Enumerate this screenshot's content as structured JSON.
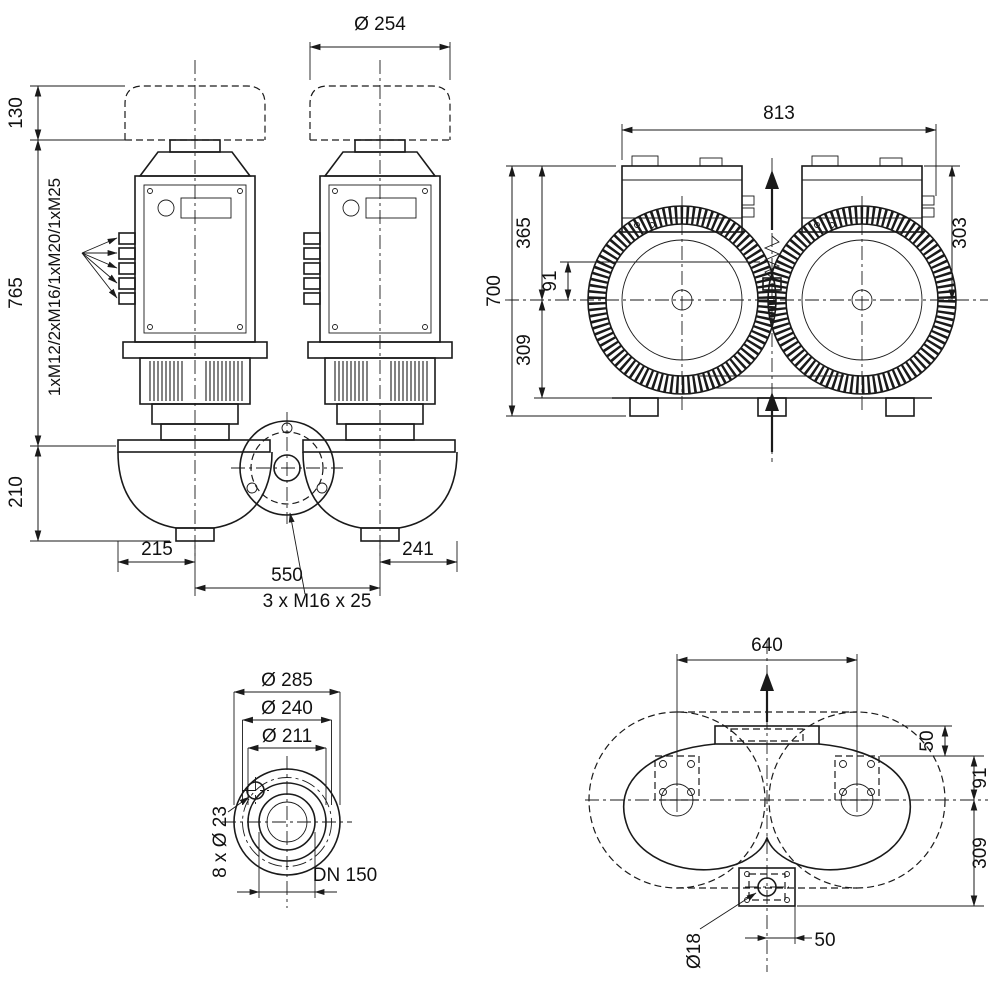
{
  "drawing": {
    "front_view": {
      "dia_motor": "Ø 254",
      "h_phantom": "130",
      "h_motor": "765",
      "h_casing": "210",
      "cable_glands": "1xM12/2xM16/1xM20/1xM25",
      "w_left": "215",
      "w_ports": "550",
      "w_right": "241",
      "flange_bolts": "3 x M16 x 25"
    },
    "side_view": {
      "w_total": "813",
      "h_axis_top": "365",
      "h_91": "91",
      "h_total": "700",
      "h_axis_base": "309",
      "h_box": "303"
    },
    "flange_view": {
      "dia_outer": "Ø 285",
      "dia_bolt_circle": "Ø 240",
      "dia_face": "Ø 211",
      "bolt_holes": "8 x Ø 23",
      "nominal": "DN 150"
    },
    "top_view": {
      "w_axes": "640",
      "d_50_top": "50",
      "d_91": "91",
      "d_309": "309",
      "dia_hole": "Ø18",
      "d_50_bottom": "50"
    }
  },
  "colors": {
    "line": "#1a1a1a",
    "background": "#ffffff"
  }
}
